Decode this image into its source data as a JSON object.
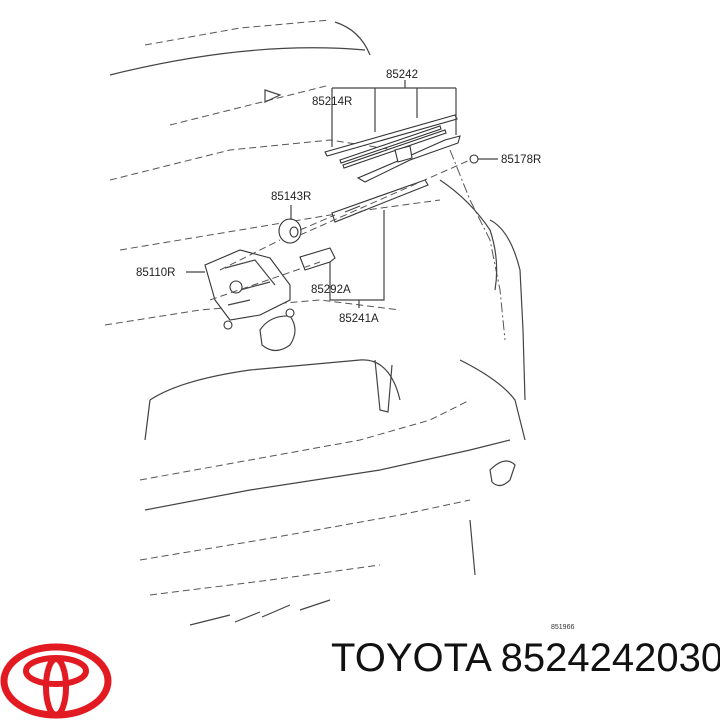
{
  "diagram": {
    "labels": {
      "p85242": "85242",
      "p85214R": "85214R",
      "p85178R": "85178R",
      "p85143R": "85143R",
      "p85110R": "85110R",
      "p85292A": "85292A",
      "p85241A": "85241A"
    },
    "figure_id": "851966"
  },
  "brand": {
    "logo": "toyota-logo",
    "logo_color": "#e21a22"
  },
  "caption": "TOYOTA 8524242030"
}
